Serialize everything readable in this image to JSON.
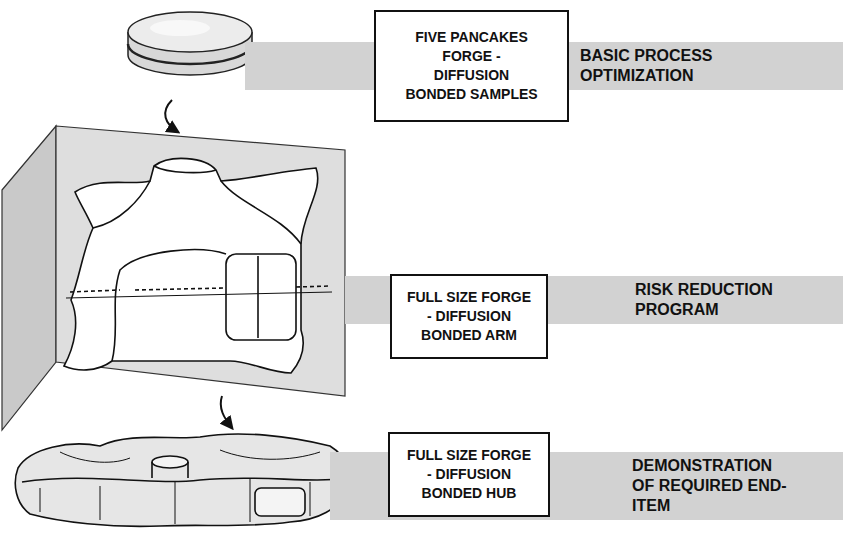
{
  "diagram": {
    "nodes": [
      {
        "text": [
          "FIVE PANCAKES FORGE - DIFFUSION BONDED SAMPLES"
        ]
      },
      {
        "text": [
          "BASIC PROCESS OPTIMIZATION"
        ]
      },
      {
        "text": [
          "FULL SIZE FORGE - DIFFUSION BONDED ARM"
        ]
      },
      {
        "text": [
          "RISK REDUCTION PROGRAM"
        ]
      },
      {
        "text": [
          "FULL SIZE FORGE - DIFFUSION BONDED HUB"
        ]
      },
      {
        "text": [
          "DEMONSTRATION OF REQUIRED END-ITEM"
        ]
      }
    ]
  }
}
